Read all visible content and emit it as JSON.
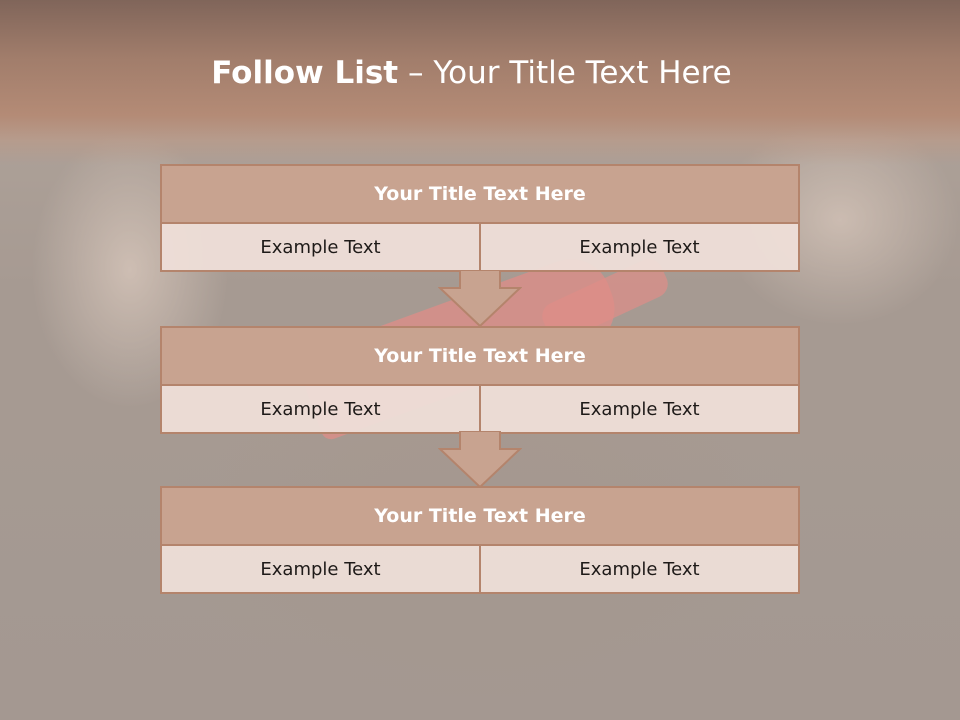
{
  "title": {
    "bold": "Follow List",
    "rest": " – Your Title Text Here"
  },
  "blocks": [
    {
      "heading": "Your Title Text Here",
      "cells": [
        "Example Text",
        "Example Text"
      ]
    },
    {
      "heading": "Your Title Text Here",
      "cells": [
        "Example Text",
        "Example Text"
      ]
    },
    {
      "heading": "Your Title Text Here",
      "cells": [
        "Example Text",
        "Example Text"
      ]
    }
  ],
  "colors": {
    "header_band": "#a17d6b",
    "block_head": "#c8a390",
    "block_border": "#b4846c",
    "block_body": "#eeded8",
    "arrow_fill": "#c8a390"
  }
}
